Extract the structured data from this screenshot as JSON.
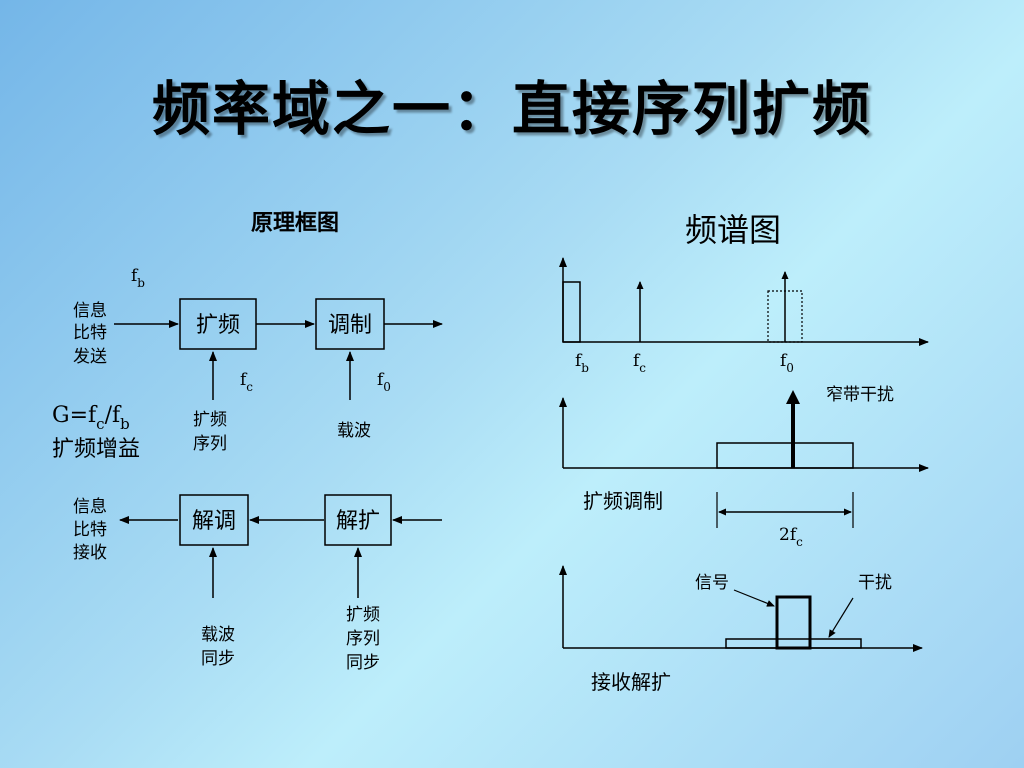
{
  "title": "频率域之一：直接序列扩频",
  "block_diagram": {
    "heading": "原理框图",
    "tx": {
      "input_line1": "信息",
      "input_line2": "比特",
      "input_line3": "发送",
      "fb_label": "f",
      "fb_sub": "b",
      "spread_box": "扩频",
      "mod_box": "调制",
      "fc_label": "f",
      "fc_sub": "c",
      "f0_label": "f",
      "f0_sub": "0",
      "spread_seq_line1": "扩频",
      "spread_seq_line2": "序列",
      "carrier": "载波"
    },
    "gain": {
      "line1_prefix": "G=f",
      "line1_sub1": "c",
      "line1_slash": "/f",
      "line1_sub2": "b",
      "line2": "扩频增益"
    },
    "rx": {
      "output_line1": "信息",
      "output_line2": "比特",
      "output_line3": "接收",
      "demod_box": "解调",
      "despread_box": "解扩",
      "carrier_sync_line1": "载波",
      "carrier_sync_line2": "同步",
      "seq_sync_line1": "扩频",
      "seq_sync_line2": "序列",
      "seq_sync_line3": "同步"
    }
  },
  "spectrum": {
    "heading": "频谱图",
    "plot1": {
      "fb": "f",
      "fb_sub": "b",
      "fc": "f",
      "fc_sub": "c",
      "f0": "f",
      "f0_sub": "0"
    },
    "plot2": {
      "interference": "窄带干扰",
      "caption": "扩频调制",
      "bandwidth": "2f",
      "bandwidth_sub": "c"
    },
    "plot3": {
      "signal": "信号",
      "interference": "干扰",
      "caption": "接收解扩"
    }
  },
  "colors": {
    "line": "#000000",
    "box_fill": "none"
  }
}
